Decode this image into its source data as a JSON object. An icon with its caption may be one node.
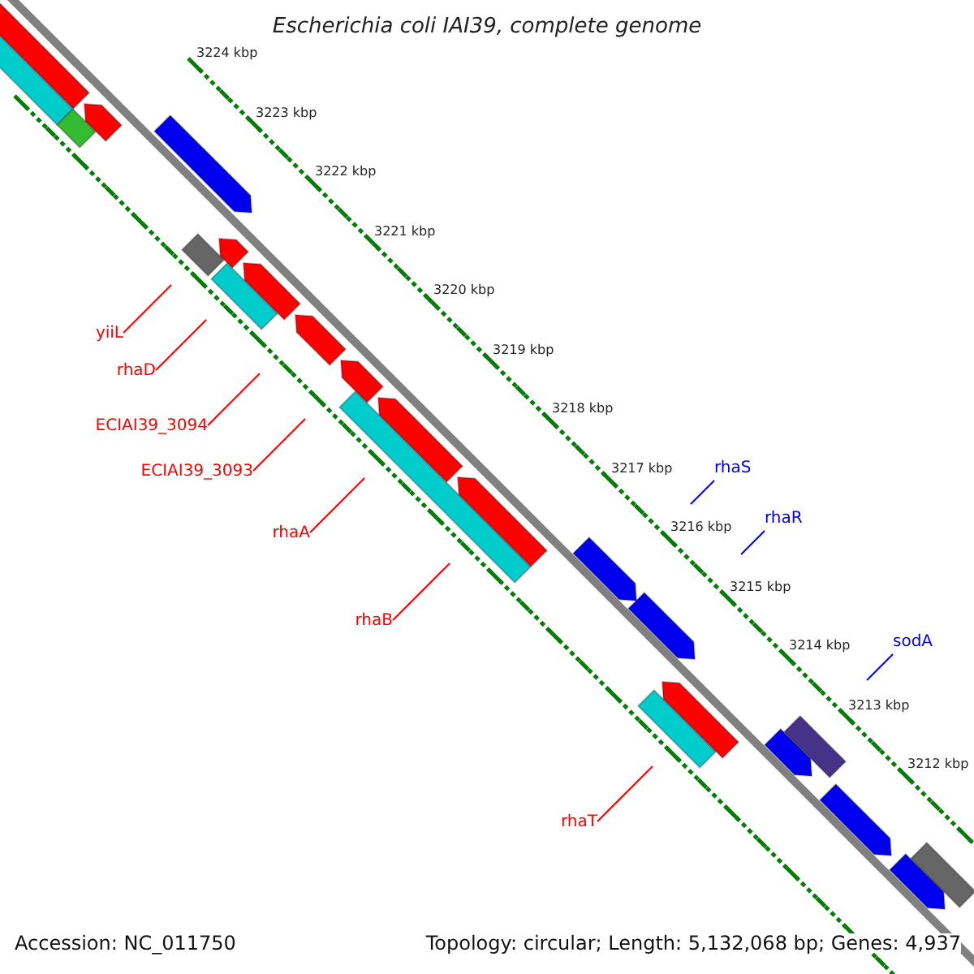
{
  "diagram": {
    "title": "Escherichia coli IAI39, complete genome",
    "nodes": [
      {
        "text": [
          "yiiL"
        ]
      },
      {
        "text": [
          "rhaD"
        ]
      },
      {
        "text": [
          "ECIAI39_3094"
        ]
      },
      {
        "text": [
          "ECIAI39_3093"
        ]
      },
      {
        "text": [
          "rhaA"
        ]
      },
      {
        "text": [
          "rhaB"
        ]
      },
      {
        "text": [
          "rhaT"
        ]
      },
      {
        "text": [
          "rhaS"
        ]
      },
      {
        "text": [
          "rhaR"
        ]
      },
      {
        "text": [
          "sodA"
        ]
      },
      {
        "text": [],
        "shape": "bar"
      },
      {
        "text": [],
        "shape": "bar"
      },
      {
        "text": [],
        "shape": "bar"
      },
      {
        "text": [],
        "shape": "bar"
      },
      {
        "text": [],
        "shape": "bar"
      },
      {
        "text": [],
        "shape": "bar"
      },
      {
        "text": [],
        "shape": "bar"
      },
      {
        "text": [],
        "shape": "bar"
      },
      {
        "text": [],
        "shape": "bar"
      },
      {
        "text": [],
        "shape": "bar"
      },
      {
        "text": [],
        "shape": "bar"
      },
      {
        "text": [],
        "shape": "bar"
      },
      {
        "text": [],
        "shape": "bar"
      },
      {
        "text": [],
        "shape": "bar"
      },
      {
        "text": [],
        "shape": "bar"
      },
      {
        "text": [],
        "shape": "bar"
      },
      {
        "text": [],
        "shape": "bar"
      },
      {
        "text": [],
        "shape": "bar"
      },
      {
        "text": [],
        "shape": "bar"
      },
      {
        "text": [],
        "shape": "bar"
      },
      {
        "text": [],
        "shape": "bar"
      },
      {
        "text": [],
        "shape": "bar"
      },
      {
        "text": [],
        "shape": "bar"
      }
    ],
    "edges": [
      {
        "from": 0,
        "to": null,
        "arrow": "none"
      },
      {
        "from": 1,
        "to": null,
        "arrow": "none"
      },
      {
        "from": 2,
        "to": null,
        "arrow": "none"
      },
      {
        "from": 3,
        "to": null,
        "arrow": "none"
      },
      {
        "from": 4,
        "to": null,
        "arrow": "none"
      },
      {
        "from": 5,
        "to": null,
        "arrow": "none"
      },
      {
        "from": 6,
        "to": null,
        "arrow": "none"
      },
      {
        "from": 7,
        "to": null,
        "arrow": "none",
        "color": "#0000ee"
      },
      {
        "from": 8,
        "to": null,
        "arrow": "none",
        "color": "#0000ee"
      },
      {
        "from": 9,
        "to": null,
        "arrow": "none",
        "color": "#0000ee"
      }
    ],
    "labels": [
      "3224 kbp",
      "3223 kbp",
      "3222 kbp",
      "3221 kbp",
      "3220 kbp",
      "3219 kbp",
      "3218 kbp",
      "3217 kbp",
      "3216 kbp",
      "3215 kbp",
      "3214 kbp",
      "3213 kbp",
      "3212 kbp",
      "Accession: NC_011750",
      "Topology: circular; Length: 5,132,068 bp; Genes: 4,937"
    ]
  }
}
